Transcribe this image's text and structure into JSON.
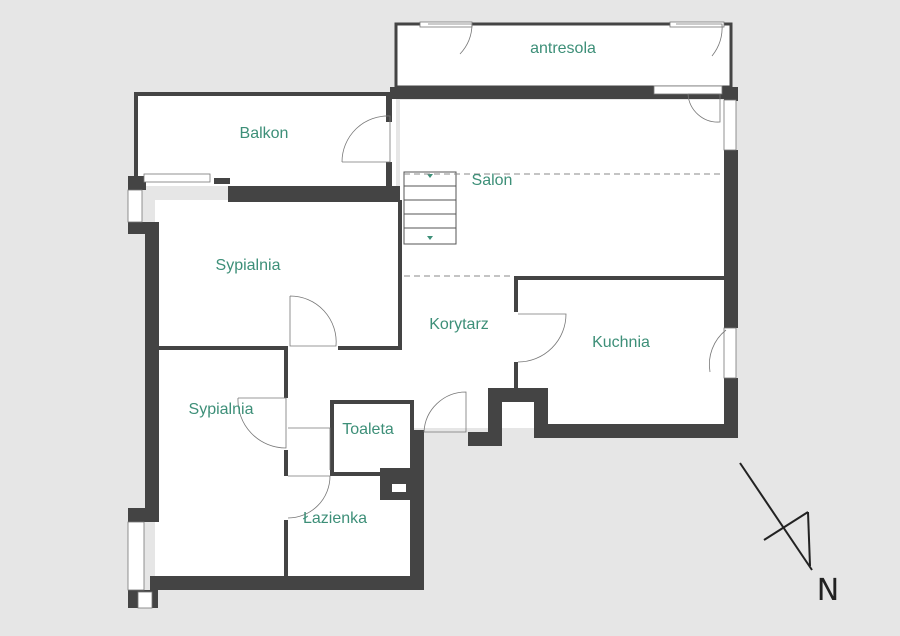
{
  "rooms": {
    "antresola": "antresola",
    "balkon": "Balkon",
    "salon": "Salon",
    "sypialnia_1": "Sypialnia",
    "sypialnia_2": "Sypialnia",
    "korytarz": "Korytarz",
    "kuchnia": "Kuchnia",
    "toaleta": "Toaleta",
    "lazienka": "Łazienka"
  },
  "compass": {
    "label": "N"
  },
  "colors": {
    "background": "#e6e6e6",
    "wall": "#444444",
    "floor": "#ffffff",
    "label": "#3d8f78"
  }
}
